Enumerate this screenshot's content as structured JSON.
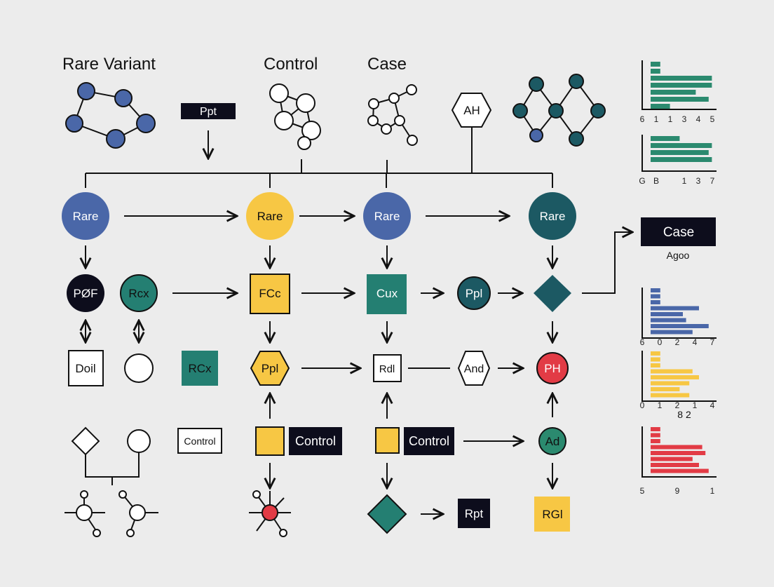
{
  "colors": {
    "blue": "#4a67a8",
    "yellow": "#f7c744",
    "teal": "#247f72",
    "darkteal": "#1c5963",
    "navy": "#0d0d1c",
    "red": "#e23b45",
    "green": "#2b8a6f",
    "background": "#ececec"
  },
  "headings": {
    "rare_variant": "Rare Variant",
    "control": "Control",
    "case": "Case"
  },
  "top": {
    "ppt_box": "Ppt",
    "hex_ah": "AH"
  },
  "row1": {
    "n1": "Rare",
    "n2": "Rare",
    "n3": "Rare",
    "n4": "Rare"
  },
  "case_box": {
    "label": "Case",
    "sub": "Agoo"
  },
  "row2": {
    "pdf": "PØF",
    "rcx": "Rcx",
    "fcc": "FCc",
    "cux": "Cux",
    "ppl": "Ppl"
  },
  "row3": {
    "doil": "Doil",
    "rcx2": "RCx",
    "ppl_hex": "Ppl",
    "rdl": "Rdl",
    "and_hex": "And",
    "ph": "PH"
  },
  "row4": {
    "control_box": "Control",
    "control_dark1": "Control",
    "control_dark2": "Control",
    "ad": "Ad"
  },
  "row5": {
    "rpt": "Rpt",
    "rgl": "RGl"
  },
  "mini_charts": [
    {
      "color": "#2b8a6f",
      "ticks": [
        "6",
        "1",
        "1",
        "3",
        "4",
        "5"
      ],
      "values": [
        0.15,
        0.15,
        0.95,
        0.95,
        0.7,
        0.9,
        0.3
      ]
    },
    {
      "color": "#2b8a6f",
      "ticks": [
        "G",
        "B",
        "",
        "1",
        "3",
        "7"
      ],
      "values": [
        0.45,
        0.95,
        0.9,
        0.95
      ]
    },
    {
      "color": "#4a67a8",
      "ticks": [
        "6",
        "0",
        "2",
        "4",
        "7"
      ],
      "values": [
        0.15,
        0.15,
        0.15,
        0.75,
        0.5,
        0.55,
        0.9,
        0.65
      ]
    },
    {
      "color": "#f7c744",
      "ticks": [
        "0",
        "1",
        "2",
        "1",
        "4"
      ],
      "values": [
        0.15,
        0.15,
        0.15,
        0.65,
        0.75,
        0.6,
        0.45,
        0.6
      ]
    },
    {
      "color": "#e23b45",
      "ticks": [
        "5",
        "",
        "9",
        "",
        "1"
      ],
      "values": [
        0.15,
        0.15,
        0.15,
        0.8,
        0.85,
        0.65,
        0.75,
        0.9
      ]
    }
  ],
  "chart_tail": {
    "mid_label": "8 2"
  }
}
